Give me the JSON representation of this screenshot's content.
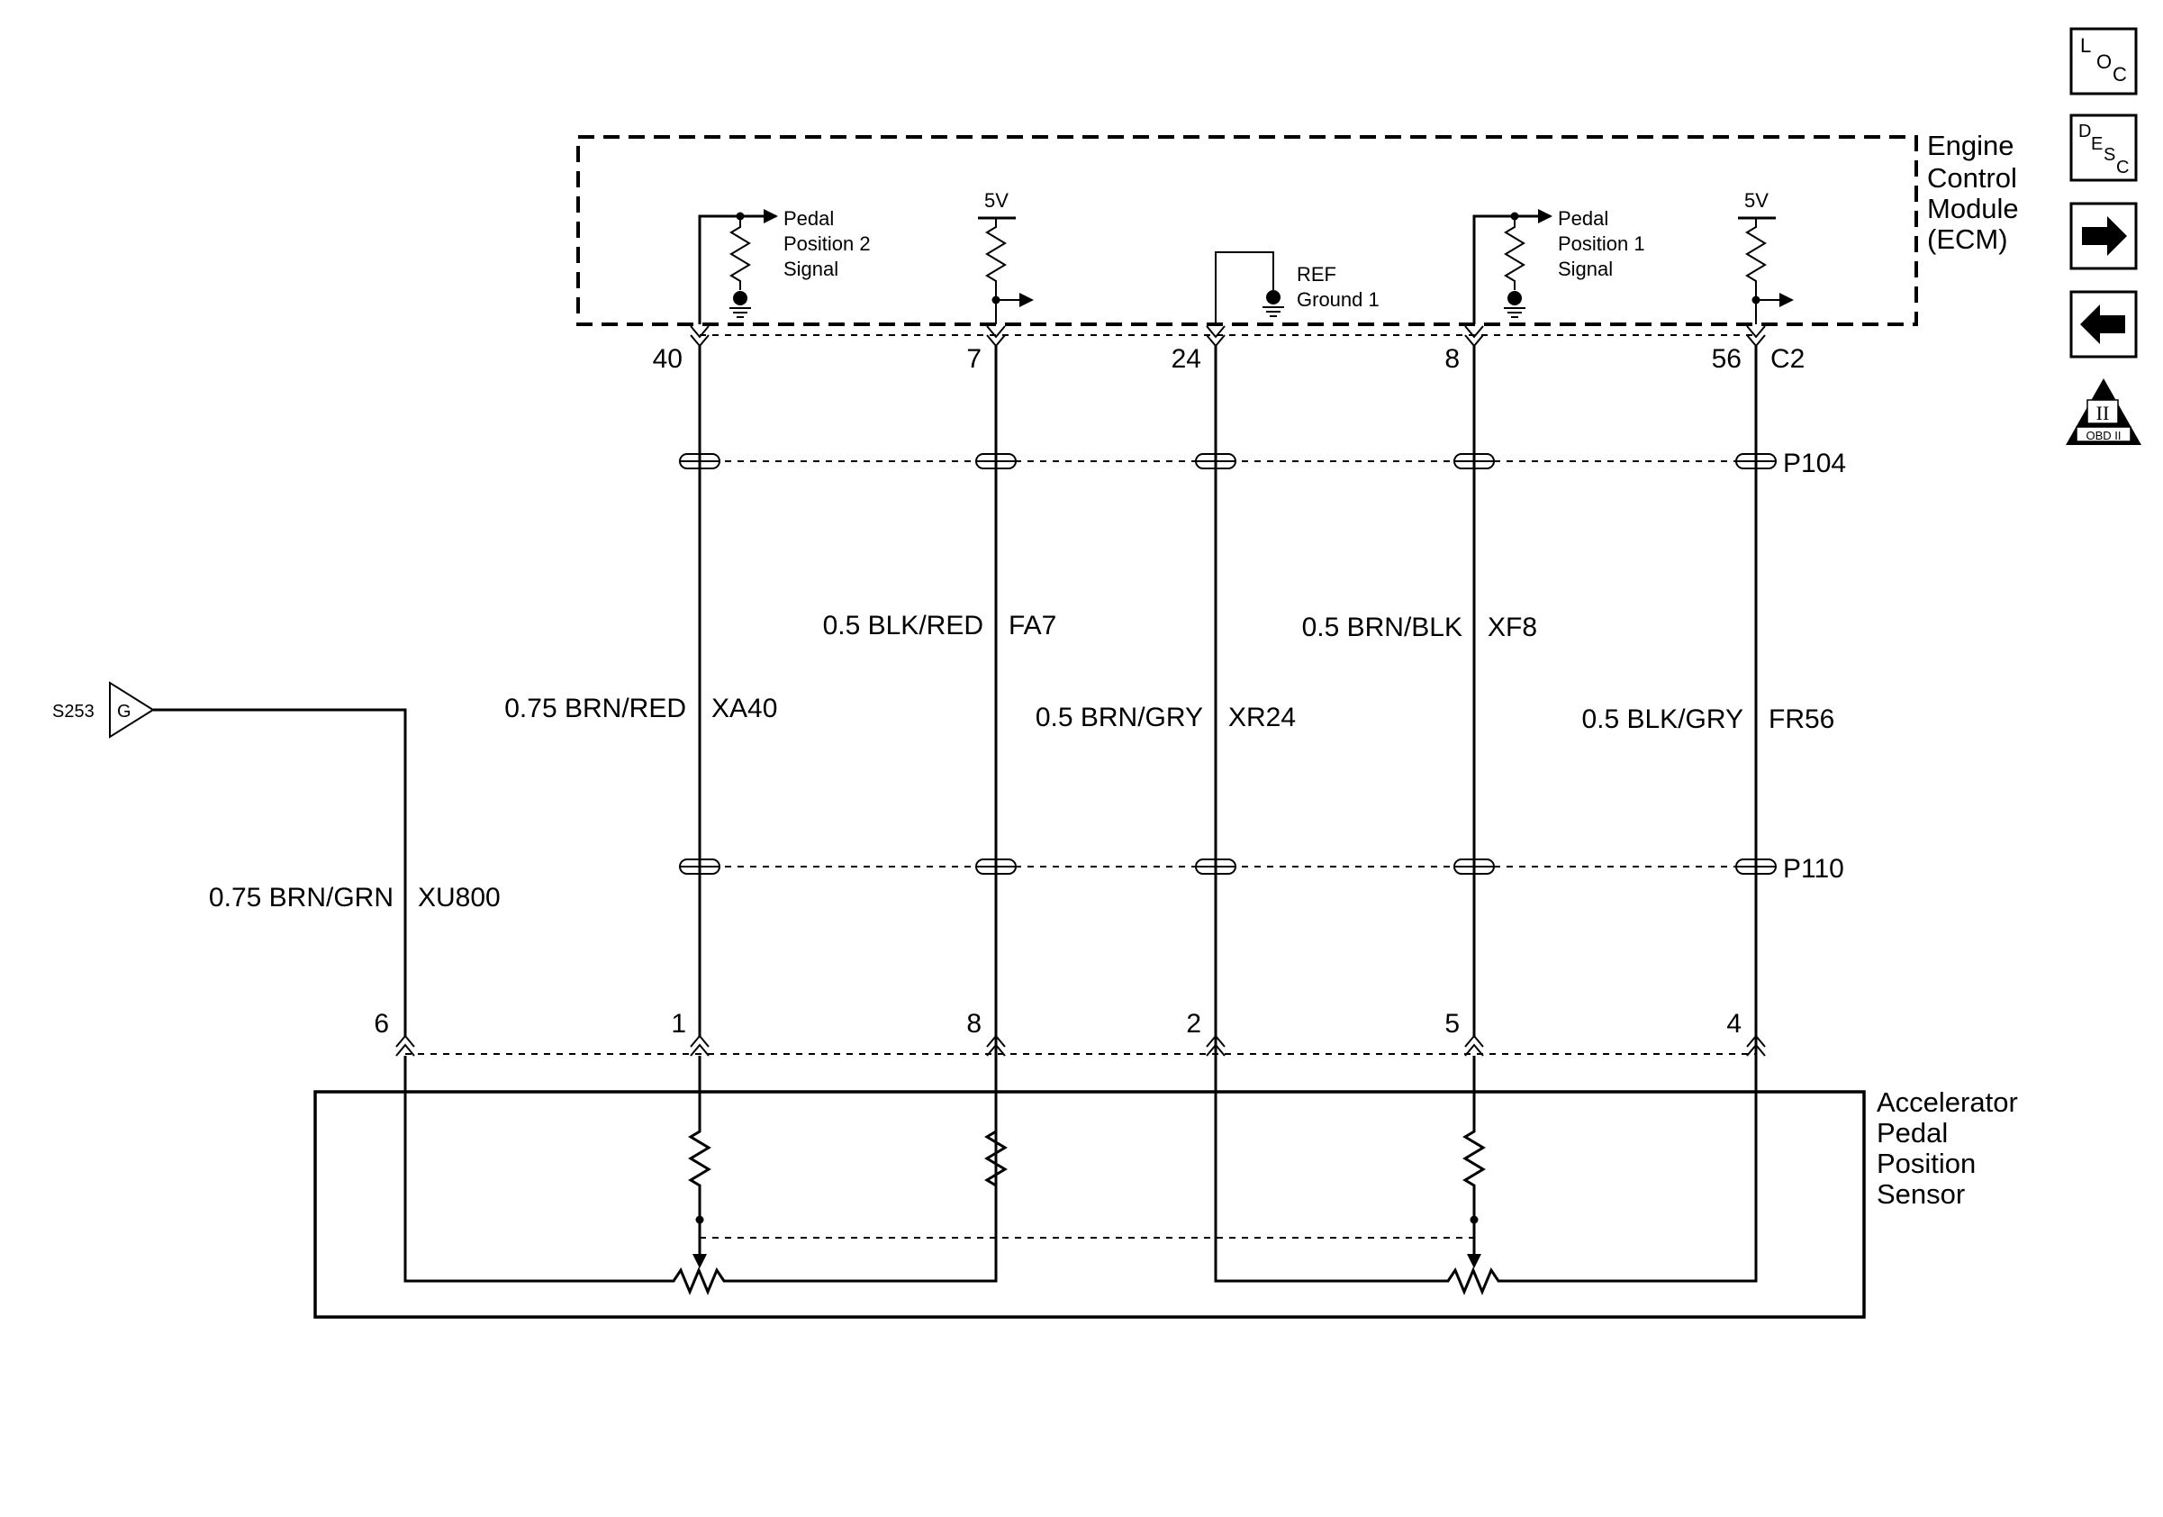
{
  "ecm": {
    "title_lines": [
      "Engine",
      "Control",
      "Module",
      "(ECM)"
    ],
    "connector": "C2",
    "internals": [
      {
        "type": "signal",
        "label_lines": [
          "Pedal",
          "Position 2",
          "Signal"
        ]
      },
      {
        "type": "supply",
        "label": "5V"
      },
      {
        "type": "ground",
        "label_lines": [
          "REF",
          "Ground 1"
        ]
      },
      {
        "type": "signal",
        "label_lines": [
          "Pedal",
          "Position 1",
          "Signal"
        ]
      },
      {
        "type": "supply",
        "label": "5V"
      }
    ]
  },
  "sensor": {
    "title_lines": [
      "Accelerator",
      "Pedal",
      "Position",
      "Sensor"
    ]
  },
  "inline_connectors": [
    {
      "name": "P104"
    },
    {
      "name": "P110"
    }
  ],
  "splice": {
    "name": "S253",
    "symbol": "G"
  },
  "circuits": [
    {
      "ecm_pin": "40",
      "sensor_pin": "1",
      "wire": "0.75 BRN/RED",
      "circuit": "XA40"
    },
    {
      "ecm_pin": "7",
      "sensor_pin": "8",
      "wire": "0.5 BLK/RED",
      "circuit": "FA7"
    },
    {
      "ecm_pin": "24",
      "sensor_pin": "2",
      "wire": "0.5 BRN/GRY",
      "circuit": "XR24"
    },
    {
      "ecm_pin": "8",
      "sensor_pin": "5",
      "wire": "0.5 BRN/BLK",
      "circuit": "XF8"
    },
    {
      "ecm_pin": "56",
      "sensor_pin": "4",
      "wire": "0.5 BLK/GRY",
      "circuit": "FR56"
    }
  ],
  "ground_circuit": {
    "sensor_pin": "6",
    "wire": "0.75 BRN/GRN",
    "circuit": "XU800"
  },
  "nav_icons": [
    {
      "name": "loc-icon",
      "glyphs": [
        "L",
        "O",
        "C"
      ]
    },
    {
      "name": "desc-icon",
      "glyphs": [
        "D",
        "E",
        "S",
        "C"
      ]
    },
    {
      "name": "next-arrow-icon"
    },
    {
      "name": "previous-arrow-icon"
    },
    {
      "name": "obd-ii-icon",
      "glyphs": [
        "II",
        "OBD II"
      ]
    }
  ]
}
